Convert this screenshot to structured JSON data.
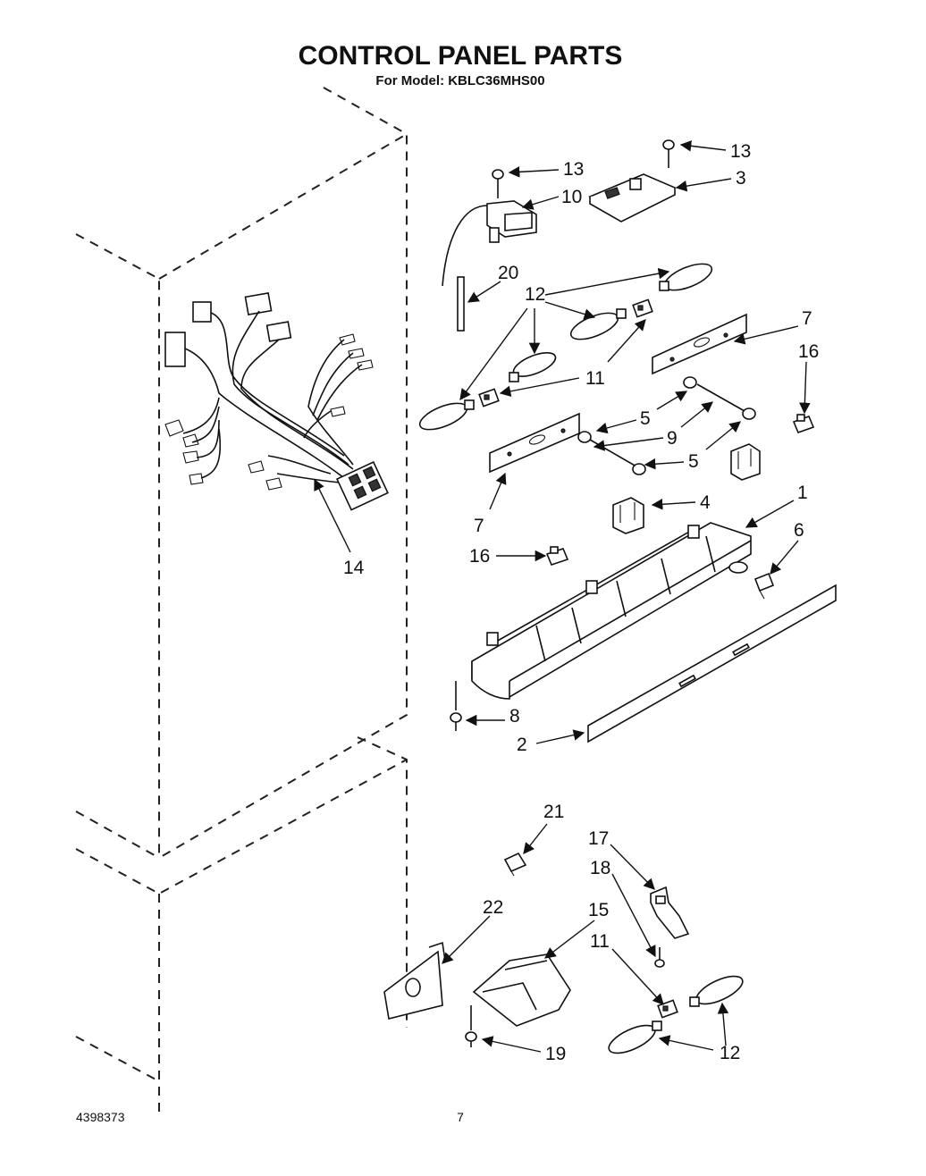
{
  "title": "CONTROL PANEL PARTS",
  "subtitle": "For Model: KBLC36MHS00",
  "footer": {
    "doc_number": "4398373",
    "page_number": "7"
  },
  "callouts": {
    "c13a": "13",
    "c13b": "13",
    "c10": "10",
    "c3": "3",
    "c20": "20",
    "c12a": "12",
    "c7a": "7",
    "c16a": "16",
    "c11a": "11",
    "c5a": "5",
    "c9": "9",
    "c5b": "5",
    "c7b": "7",
    "c4": "4",
    "c1": "1",
    "c16b": "16",
    "c6": "6",
    "c14": "14",
    "c8": "8",
    "c2": "2",
    "c21": "21",
    "c17": "17",
    "c18": "18",
    "c22": "22",
    "c15": "15",
    "c11b": "11",
    "c19": "19",
    "c12b": "12"
  }
}
